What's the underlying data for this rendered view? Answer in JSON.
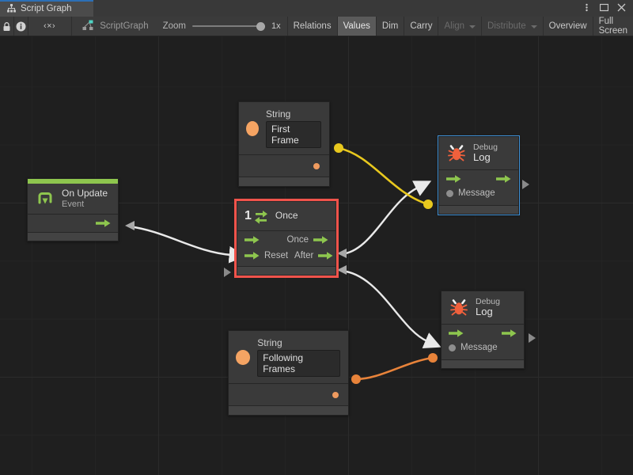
{
  "window": {
    "tab_label": "Script Graph",
    "tab_icon": "hierarchy-icon",
    "menu_icon": "kebab-menu-icon",
    "maximize_icon": "maximize-icon",
    "close_icon": "close-icon"
  },
  "toolbar": {
    "lock_icon": "lock-icon",
    "info_icon": "info-icon",
    "code_label": "‹×›",
    "breadcrumb": "ScriptGraph",
    "breadcrumb_icon": "script-graph-icon",
    "zoom_label": "Zoom",
    "zoom_value": "1x",
    "items": [
      {
        "label": "Relations",
        "state": "normal",
        "caret": false
      },
      {
        "label": "Values",
        "state": "active",
        "caret": false
      },
      {
        "label": "Dim",
        "state": "normal",
        "caret": false
      },
      {
        "label": "Carry",
        "state": "normal",
        "caret": false
      },
      {
        "label": "Align",
        "state": "disabled",
        "caret": true
      },
      {
        "label": "Distribute",
        "state": "disabled",
        "caret": true
      },
      {
        "label": "Overview",
        "state": "normal",
        "caret": false
      },
      {
        "label": "Full Screen",
        "state": "normal",
        "caret": false
      }
    ]
  },
  "colors": {
    "accent_green": "#8ec64e",
    "selection_red": "#f0534b",
    "selection_blue": "#3e8fd4",
    "string_orange": "#f5a463",
    "wire_value_yellow": "#e8c81e",
    "wire_value_orange": "#e8833a",
    "wire_flow_white": "#e8e8e8",
    "canvas_bg": "#1f1f1f"
  },
  "nodes": {
    "on_update": {
      "title": "On Update",
      "subtitle": "Event",
      "icon": "update-loop-icon",
      "output_port": "trigger-out"
    },
    "string_first": {
      "title": "String",
      "icon": "string-value-icon",
      "value": "First Frame",
      "output_port": "value-out"
    },
    "string_following": {
      "title": "String",
      "icon": "string-value-icon",
      "value": "Following Frames",
      "output_port": "value-out"
    },
    "once": {
      "title": "Once",
      "icon": "once-counter-icon",
      "badge": "1",
      "inputs": [
        "",
        "Reset"
      ],
      "outputs": [
        "Once",
        "After"
      ]
    },
    "debug_log_top": {
      "title_small": "Debug",
      "title_big": "Log",
      "icon": "bug-icon",
      "input_value_label": "Message"
    },
    "debug_log_bottom": {
      "title_small": "Debug",
      "title_big": "Log",
      "icon": "bug-icon",
      "input_value_label": "Message"
    }
  }
}
